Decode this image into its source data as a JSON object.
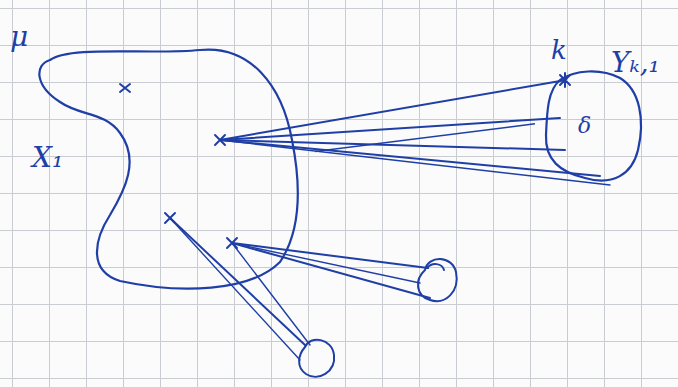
{
  "diagram": {
    "nodes": [
      {
        "text": [
          "X₁"
        ]
      },
      {
        "text": [
          "δ",
          "Yₖ,₁"
        ]
      }
    ],
    "edges": [
      {
        "from": 0,
        "to": 1,
        "arrow": "none"
      }
    ],
    "labels": [
      "μ",
      "k"
    ]
  }
}
